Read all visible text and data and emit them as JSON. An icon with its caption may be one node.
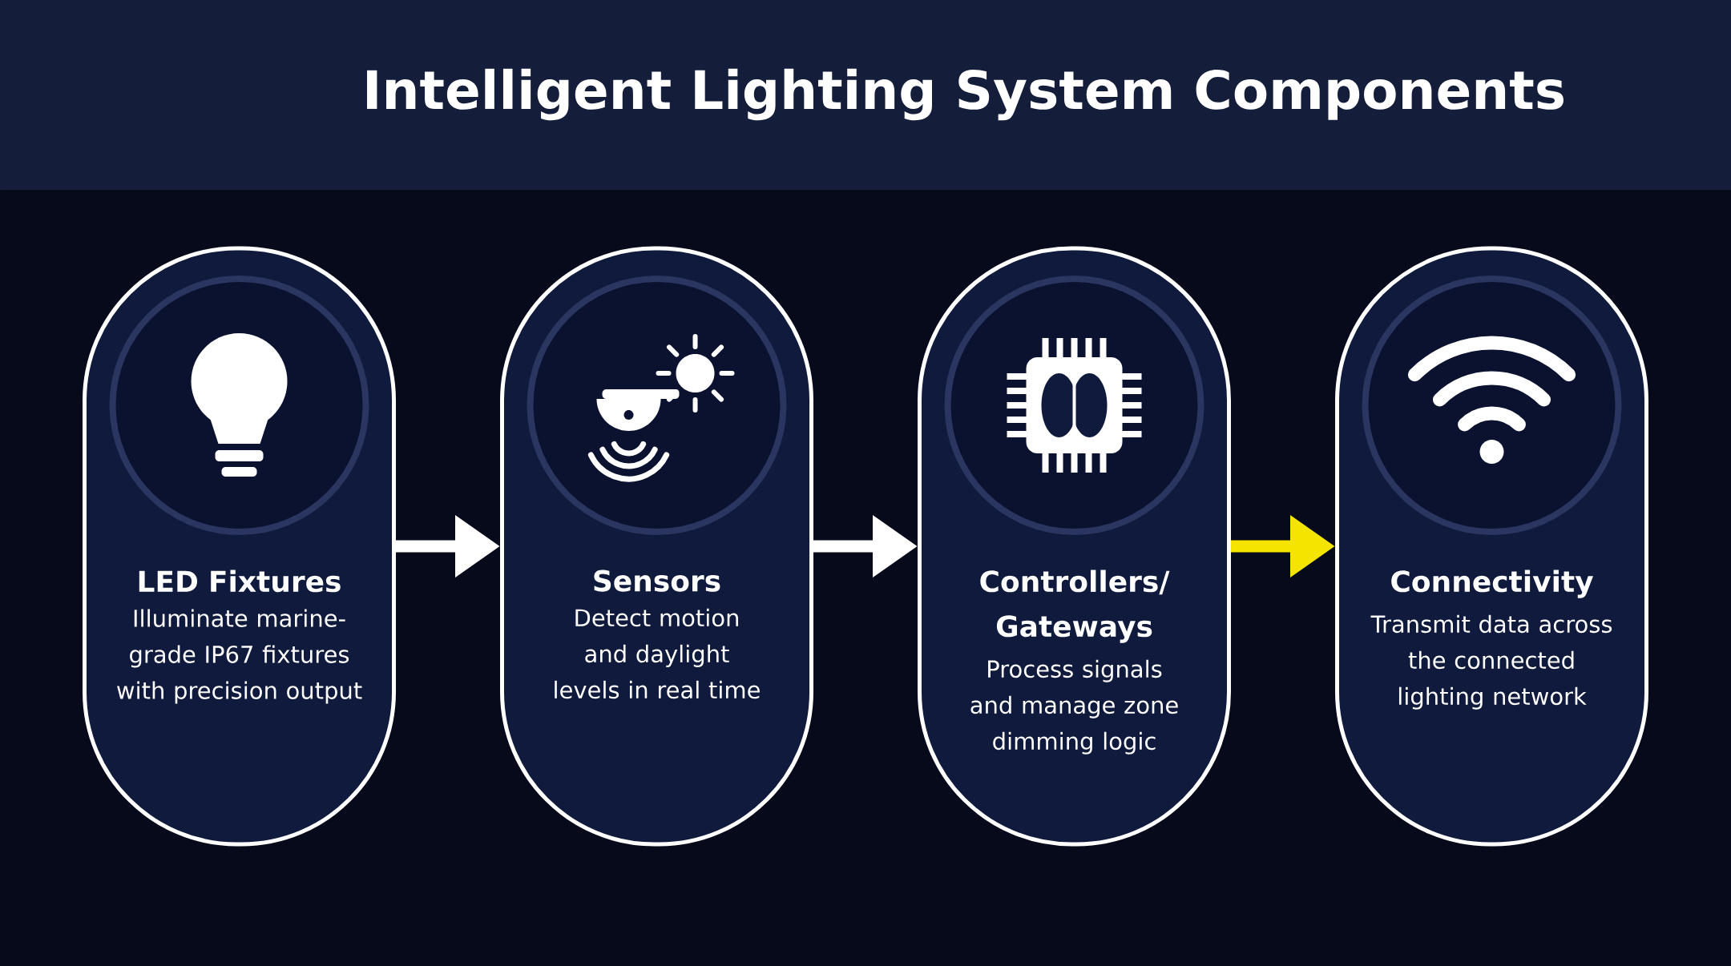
{
  "diagram": {
    "title": "Intelligent Lighting System Components",
    "nodes": [
      {
        "text": [
          "LED Fixtures",
          "Illuminate marine-grade IP67 fixtures with precision output"
        ]
      },
      {
        "text": [
          "Sensors",
          "Detect motion and daylight levels in real time"
        ]
      },
      {
        "text": [
          "Controllers/ Gateways",
          "Process signals and manage zone dimming logic"
        ]
      },
      {
        "text": [
          "Connectivity",
          "Transmit data across the connected lighting network"
        ]
      }
    ],
    "edges": [
      {
        "from": 0,
        "to": 1,
        "arrow": "to"
      },
      {
        "from": 1,
        "to": 2,
        "arrow": "to"
      },
      {
        "from": 2,
        "to": 3,
        "arrow": "to",
        "color": "#f5e400"
      }
    ]
  }
}
